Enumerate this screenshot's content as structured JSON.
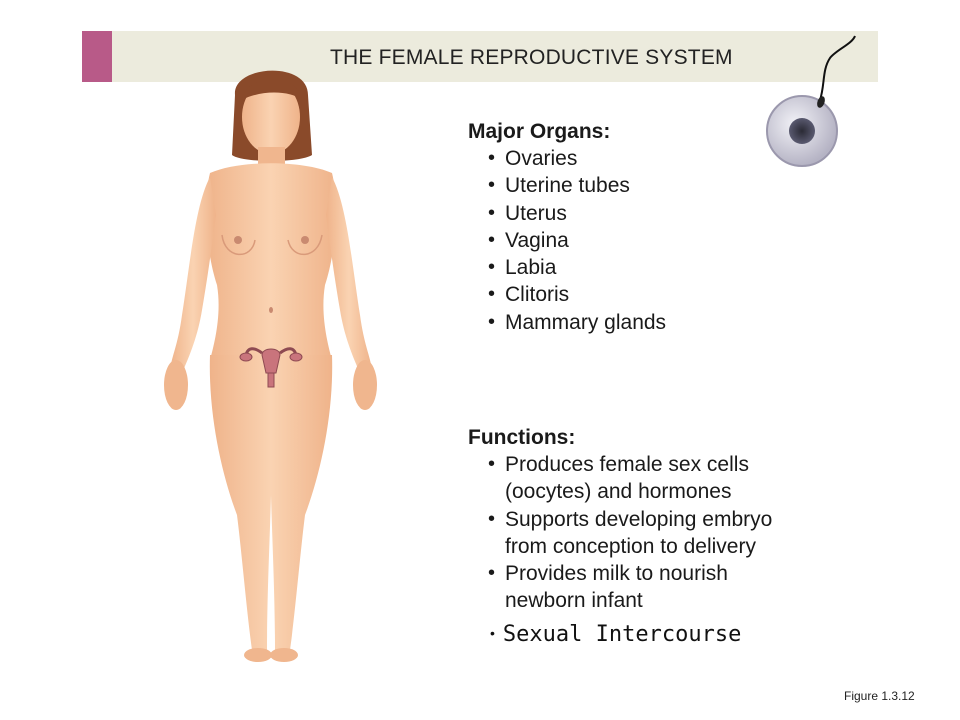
{
  "header": {
    "title": "THE FEMALE REPRODUCTIVE SYSTEM",
    "accent_color": "#b85a88",
    "background_color": "#ecebdd"
  },
  "illustration": {
    "figure_icon": "female-body-illustration",
    "egg_icon": "oocyte-with-sperm",
    "skin_color": "#f6c39b",
    "organ_color": "#c9747c"
  },
  "organs": {
    "heading": "Major Organs:",
    "items": [
      "Ovaries",
      "Uterine tubes",
      "Uterus",
      "Vagina",
      "Labia",
      "Clitoris",
      "Mammary glands"
    ]
  },
  "functions": {
    "heading": "Functions:",
    "items": [
      {
        "line1": "Produces female sex cells",
        "line2": "(oocytes) and hormones"
      },
      {
        "line1": "Supports developing embryo",
        "line2": "from conception to delivery"
      },
      {
        "line1": "Provides milk to nourish",
        "line2": "newborn infant"
      }
    ]
  },
  "extra": {
    "bullet": "•",
    "text": "Sexual Intercourse"
  },
  "caption": "Figure 1.3.12"
}
